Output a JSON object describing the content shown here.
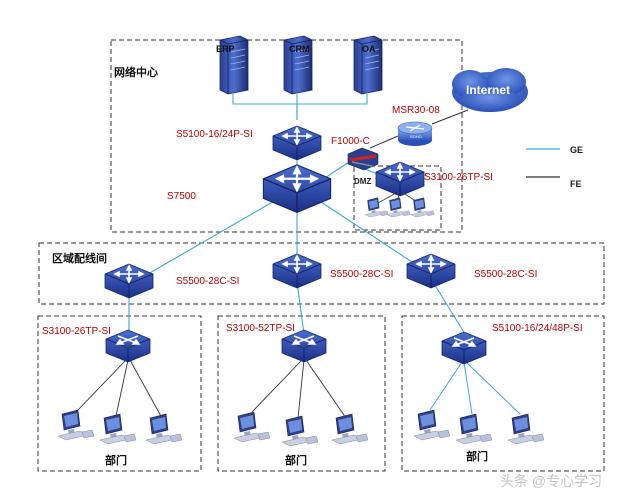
{
  "zones": {
    "network_center": "网络中心",
    "distribution_room": "区域配线间",
    "department_1": "部门",
    "department_2": "部门",
    "department_3": "部门"
  },
  "servers": {
    "erp": "ERP",
    "crm": "CRM",
    "oa": "OA"
  },
  "devices": {
    "access_top": "S5100-16/24P-SI",
    "core": "S7500",
    "firewall": "F1000-C",
    "router": "MSR30-08",
    "router_badge": "SOHO",
    "dmz_label": "DMZ",
    "dmz_switch": "S3100-26TP-SI",
    "agg_left": "S5500-28C-SI",
    "agg_mid": "S5500-28C-SI",
    "agg_right": "S5500-28C-SI",
    "dept_left": "S3100-26TP-SI",
    "dept_mid": "S3100-52TP-SI",
    "dept_right": "S5100-16/24/48P-SI"
  },
  "internet": {
    "label": "Internet"
  },
  "legend": {
    "ge": "GE",
    "fe": "FE",
    "ge_color": "#3ea6e0",
    "fe_color": "#333333"
  },
  "watermark": "头条 @专心学习"
}
